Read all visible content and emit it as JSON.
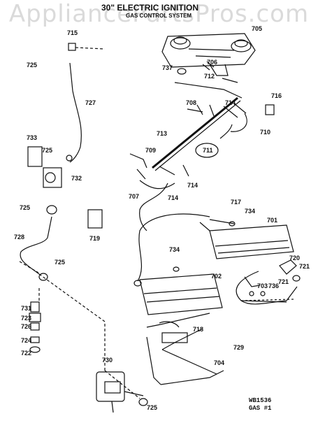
{
  "watermark": "AppliancePartsPros.com",
  "title": "30\" ELECTRIC IGNITION",
  "subtitle": "GAS CONTROL SYSTEM",
  "parts": [
    "705",
    "706",
    "707",
    "708",
    "709",
    "710",
    "711",
    "712",
    "713",
    "714",
    "714",
    "714",
    "715",
    "716",
    "717",
    "718",
    "719",
    "701",
    "702",
    "703",
    "704",
    "720",
    "721",
    "721",
    "722",
    "723",
    "724",
    "725",
    "725",
    "725",
    "725",
    "725",
    "726",
    "727",
    "728",
    "729",
    "730",
    "731",
    "732",
    "733",
    "734",
    "734",
    "736",
    "737"
  ],
  "footer": {
    "line1": "WB1536",
    "line2": "GAS #1"
  },
  "colors": {
    "ink": "#111111",
    "watermark": "#969696"
  }
}
